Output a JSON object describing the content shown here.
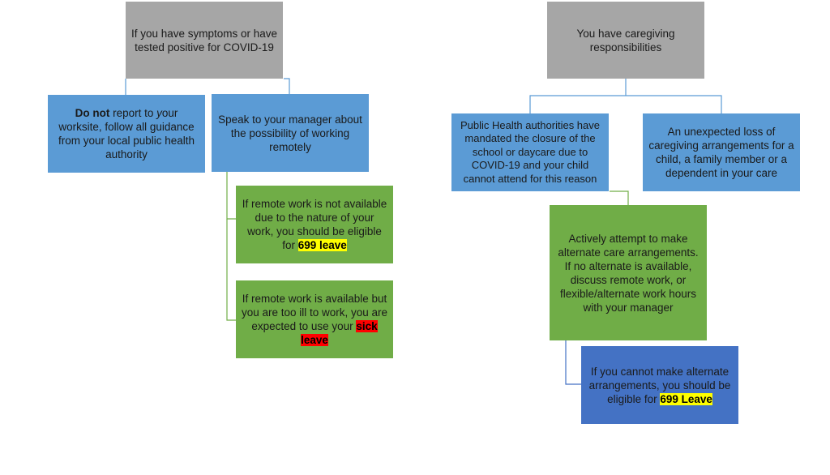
{
  "left": {
    "root": "If you have symptoms or have tested positive for COVID-19",
    "do_not_report": {
      "bold": "Do not",
      "pre": " report to ",
      "italic": "y",
      "post": "our worksite, follow all guidance from your local public health authority"
    },
    "speak_manager": "Speak to your manager about the possibility of working remotely",
    "remote_not_available": {
      "text": "If remote work is not available due to the nature of your work, you should be eligible for ",
      "highlight": "699 leave"
    },
    "remote_available": {
      "text": "If remote work is available but you are too ill to work, you are expected to use your ",
      "highlight": "sick leave"
    }
  },
  "right": {
    "root": "You have caregiving responsibilities",
    "public_health": "Public Health authorities have mandated the closure of the school or daycare due to COVID-19 and your child cannot attend for this reason",
    "unexpected_loss": "An unexpected loss of caregiving arrangements for a child, a family member or a dependent in your care",
    "actively_attempt": "Actively attempt to make alternate care arrangements. If no alternate is available, discuss remote work, or flexible/alternate work hours with your manager",
    "cannot_make": {
      "text": "If you cannot make alternate arrangements, you should be eligible for ",
      "highlight": "699 Leave"
    }
  },
  "colors": {
    "gray_box": "#a6a6a6",
    "light_blue_box": "#5b9bd5",
    "green_box": "#70ad47",
    "dark_blue_box": "#4472c4",
    "highlight_yellow": "#ffff00",
    "highlight_red": "#ff0000"
  }
}
